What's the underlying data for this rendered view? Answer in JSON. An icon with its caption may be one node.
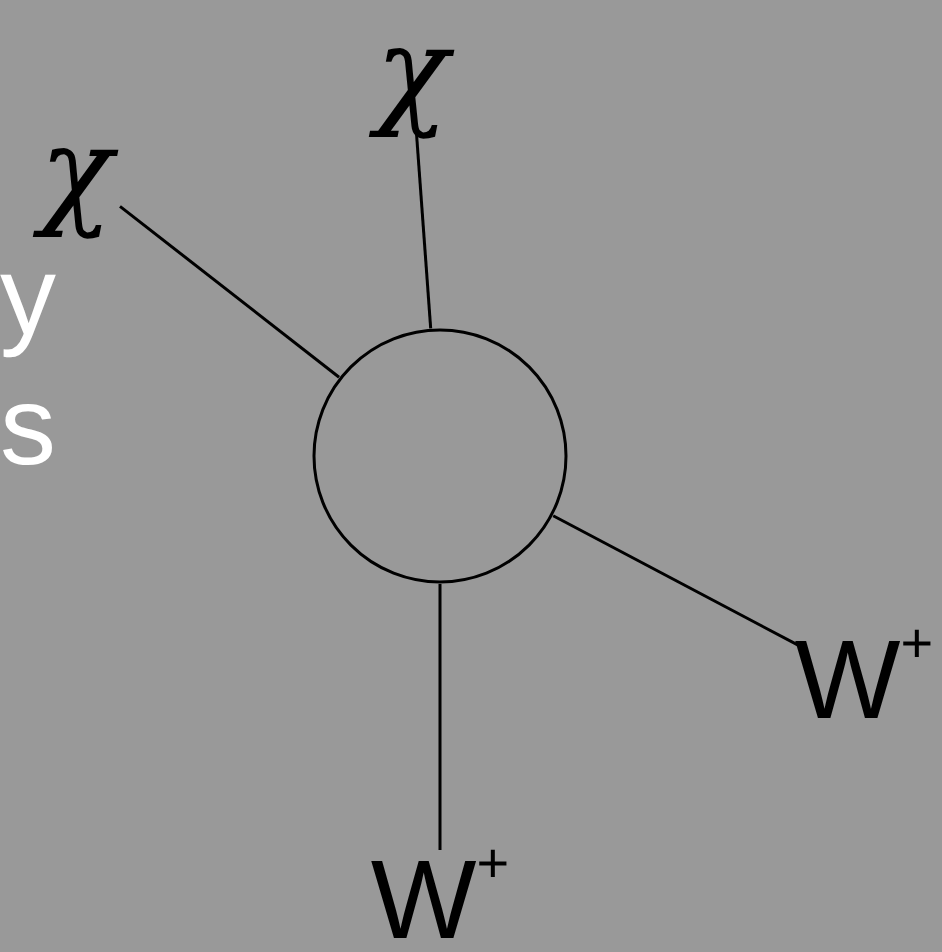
{
  "diagram": {
    "nodes": [
      {
        "text": [
          "χ"
        ]
      },
      {
        "text": [
          "χ"
        ]
      },
      {
        "text": [],
        "shape": "circle"
      },
      {
        "text": [
          "W$^{+}$"
        ]
      },
      {
        "text": [
          "W$^{+}$"
        ]
      }
    ],
    "edges": [
      {
        "from": 0,
        "to": 2,
        "arrow": "none"
      },
      {
        "from": 1,
        "to": 2,
        "arrow": "none"
      },
      {
        "from": 2,
        "to": 3,
        "arrow": "none"
      },
      {
        "from": 2,
        "to": 4,
        "arrow": "none"
      }
    ],
    "labels": [
      "y",
      "s"
    ]
  }
}
